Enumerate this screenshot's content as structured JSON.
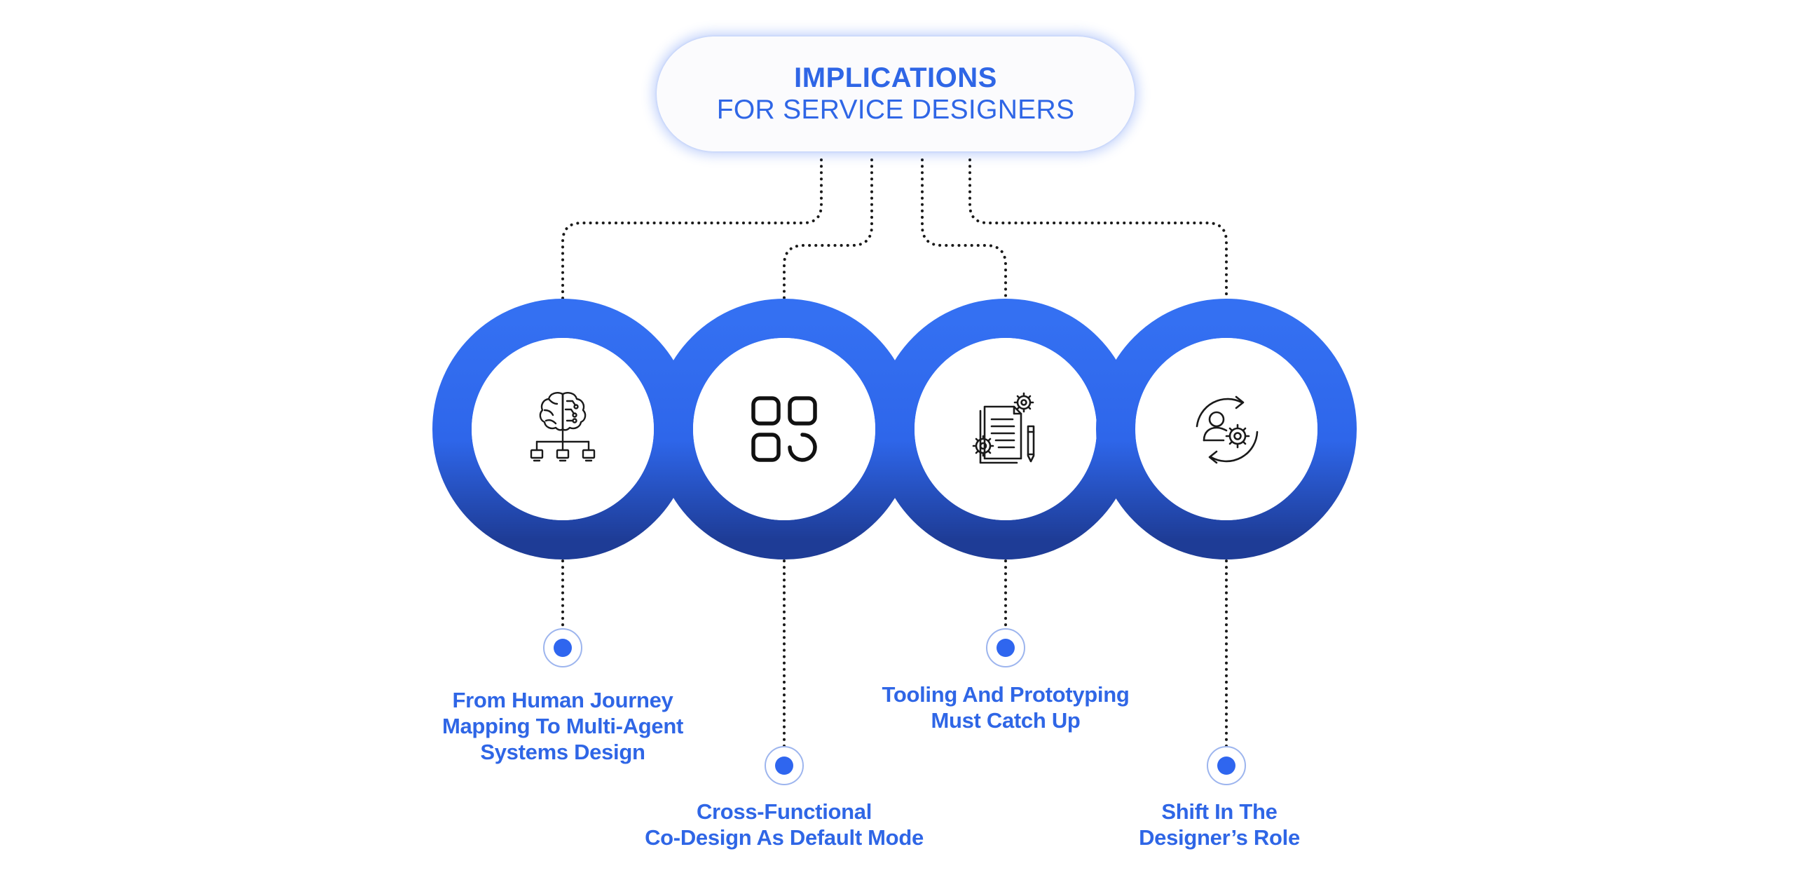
{
  "header": {
    "title_line1": "IMPLICATIONS",
    "title_line2": "FOR SERVICE DESIGNERS"
  },
  "colors": {
    "accent": "#2f66e6",
    "ring_blue": "#2f66ef",
    "ring_dark": "#1f3f99",
    "connector": "#1a1a1a",
    "icon_stroke": "#1a1a1a"
  },
  "items": [
    {
      "icon": "ai-brain-network-icon",
      "label_lines": [
        "From Human Journey",
        "Mapping To Multi-Agent",
        "Systems Design"
      ]
    },
    {
      "icon": "app-grid-icon",
      "label_lines": [
        "Cross-Functional",
        "Co-Design As Default Mode"
      ]
    },
    {
      "icon": "document-settings-pencil-icon",
      "label_lines": [
        "Tooling And Prototyping",
        "Must Catch Up"
      ]
    },
    {
      "icon": "user-gear-cycle-icon",
      "label_lines": [
        "Shift In The",
        "Designer’s Role"
      ]
    }
  ]
}
